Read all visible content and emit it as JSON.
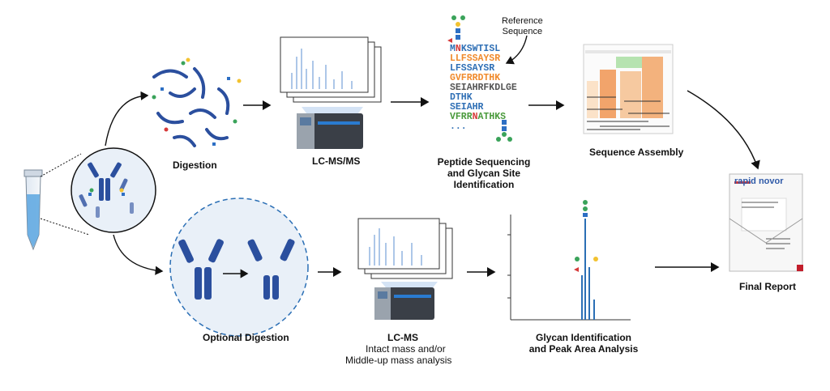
{
  "labels": {
    "digestion": "Digestion",
    "lcmsms": "LC-MS/MS",
    "peptide_line1": "Peptide Sequencing",
    "peptide_line2": "and Glycan Site",
    "peptide_line3": "Identification",
    "sequence_assembly": "Sequence Assembly",
    "final_report": "Final Report",
    "optional_digestion": "Optional Digestion",
    "lcms": "LC-MS",
    "lcms_sub1": "Intact mass and/or",
    "lcms_sub2": "Middle-up mass analysis",
    "glycan_line1": "Glycan Identification",
    "glycan_line2": "and Peak Area Analysis",
    "reference_line1": "Reference",
    "reference_line2": "Sequence",
    "report_brand": "rapid novor"
  },
  "sequences": [
    {
      "text": "MNKSWTISL",
      "color": "#2f6fb5"
    },
    {
      "text": "LLFSSAYSR",
      "color": "#f08a2c"
    },
    {
      "text": "LFSSAYSR",
      "color": "#2f6fb5"
    },
    {
      "text": "GVFRRDTHK",
      "color": "#f08a2c"
    },
    {
      "text": "SEIAHRFKDLGE",
      "color": "#555555"
    },
    {
      "text": "DTHK",
      "color": "#2f6fb5"
    },
    {
      "text": "SEIAHR",
      "color": "#2f6fb5"
    },
    {
      "text": "VFRRNATHKS",
      "color": "#4a9a3c"
    },
    {
      "text": "...",
      "color": "#2f6fb5"
    }
  ],
  "colors": {
    "antibody": "#2b4f9e",
    "glycan_green": "#3aa35a",
    "glycan_yellow": "#f2c230",
    "glycan_blue": "#2d6fc4",
    "glycan_red": "#d63a3a",
    "arrow": "#111111",
    "peptide_blue": "#2f6fb5",
    "peptide_orange": "#f08a2c",
    "peptide_green": "#4a9a3c"
  }
}
